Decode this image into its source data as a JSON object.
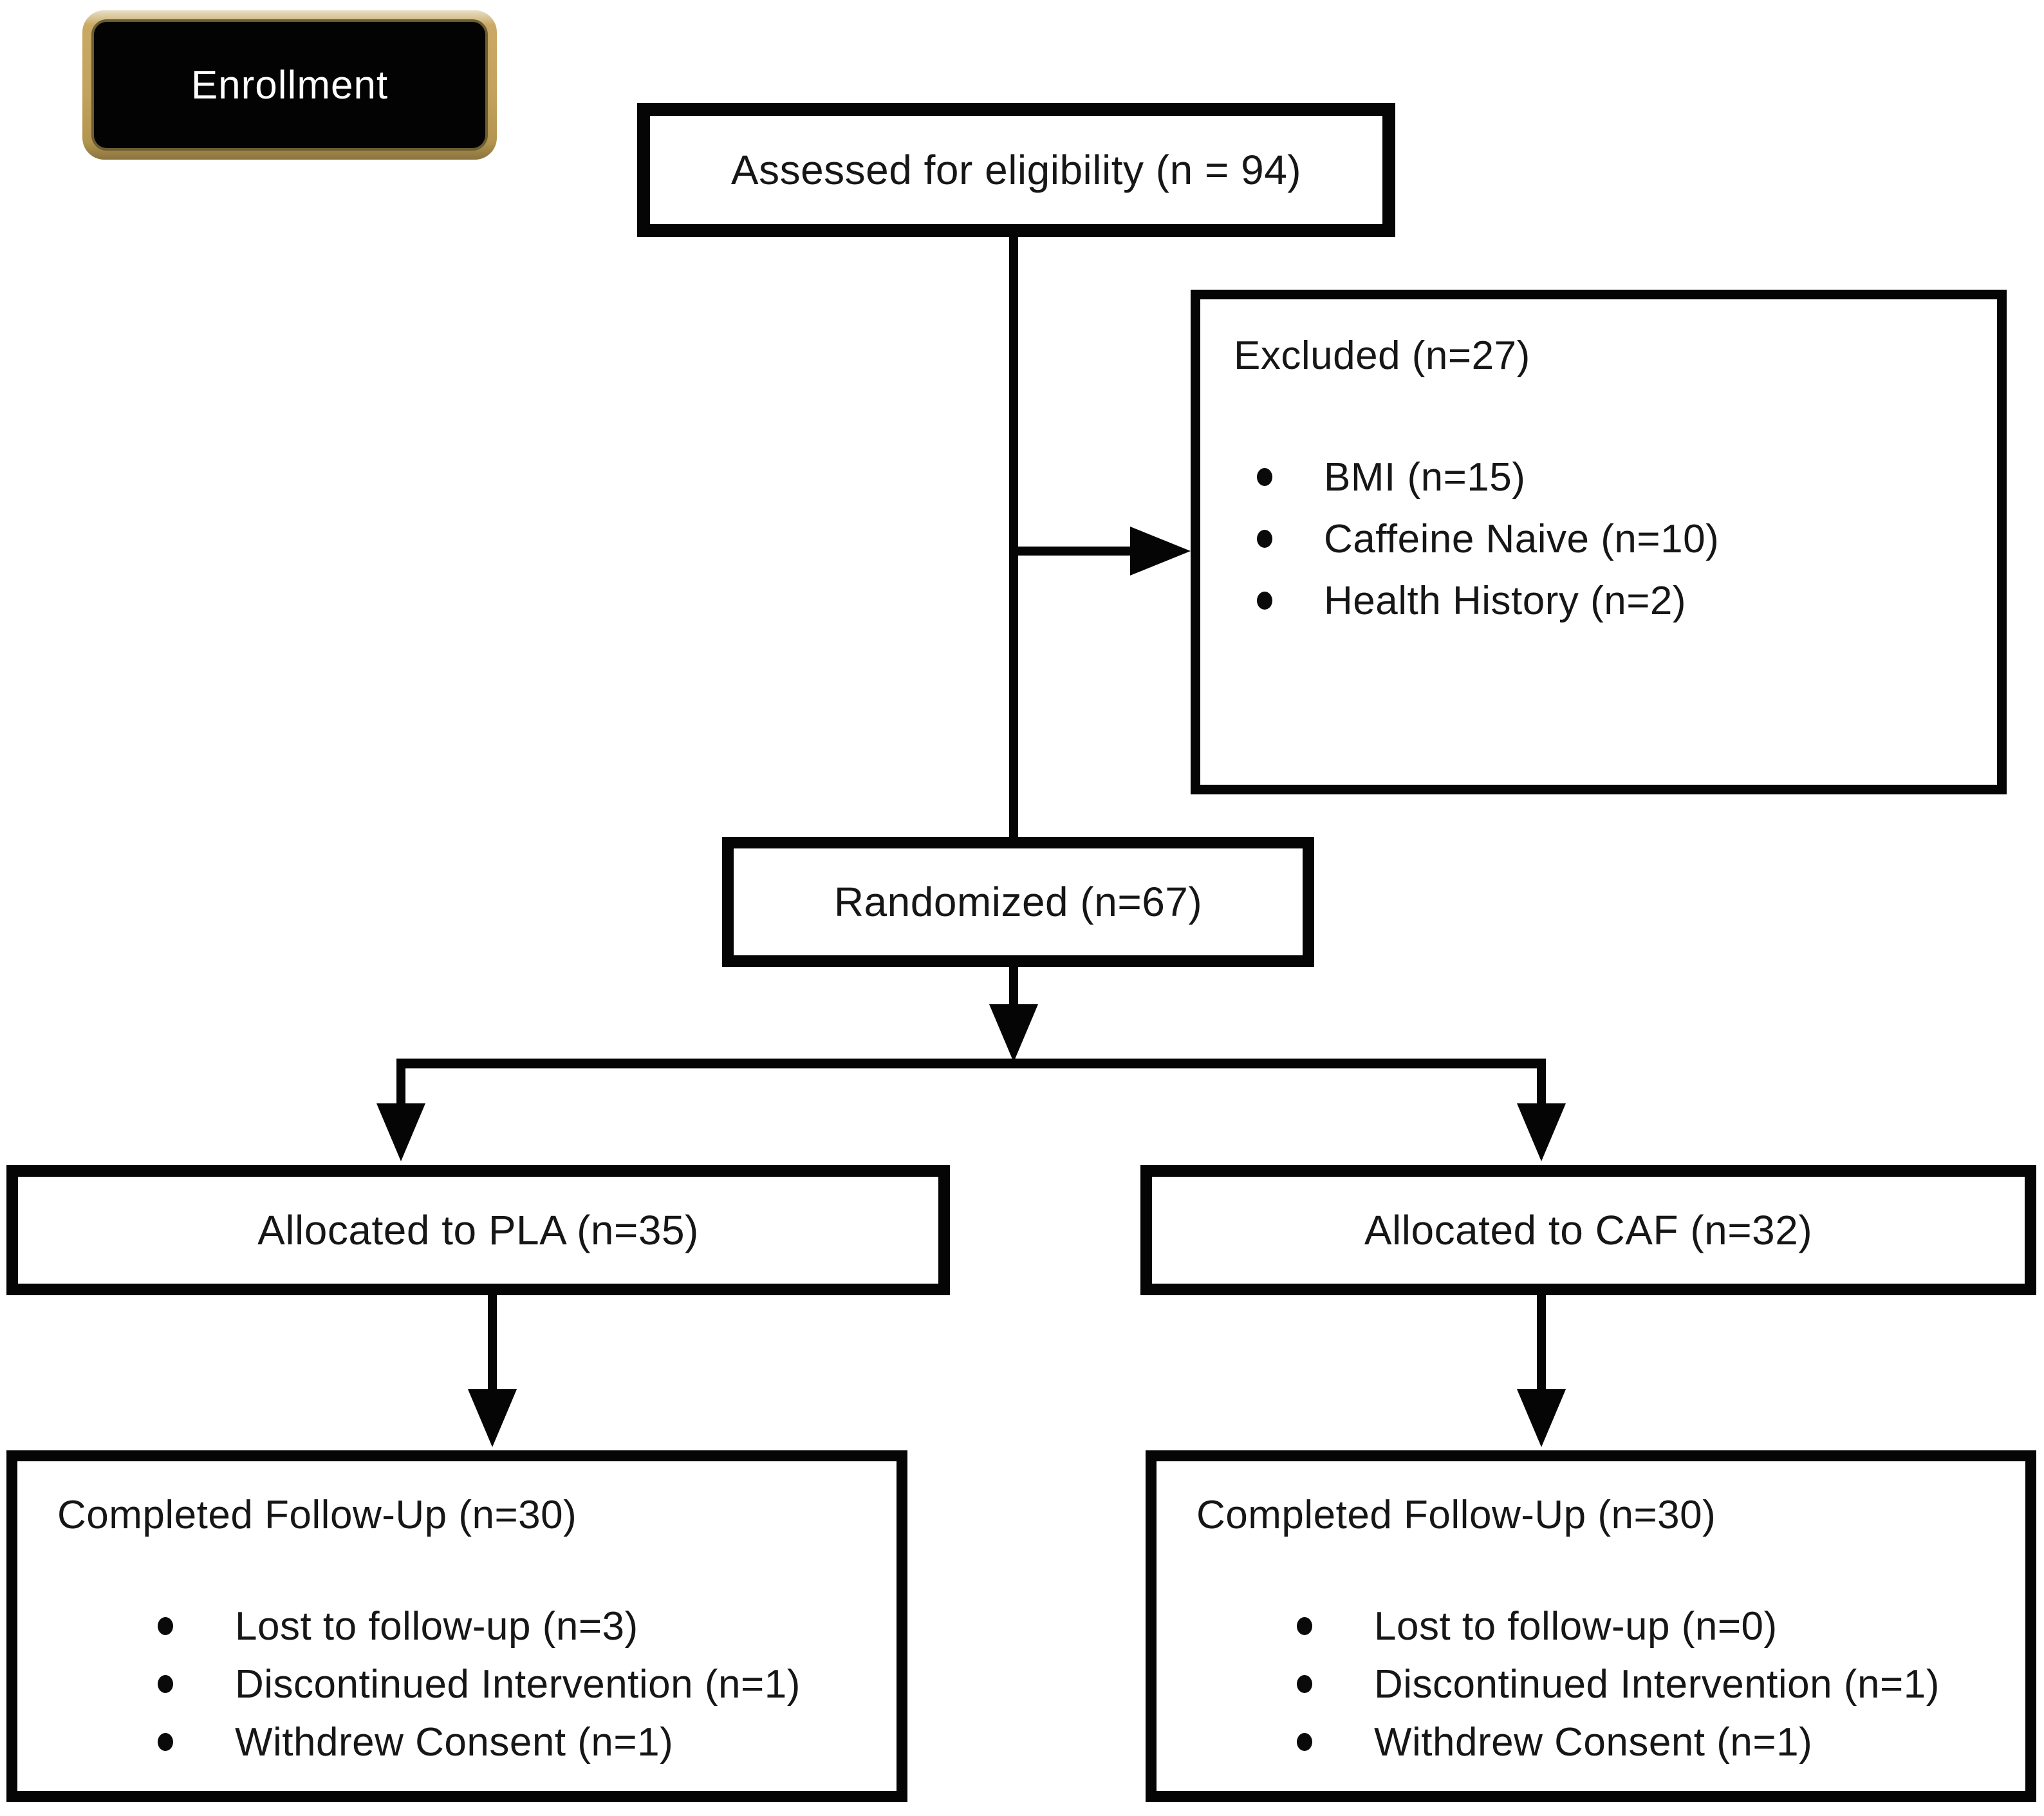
{
  "figure": {
    "enrollment_label": "Enrollment",
    "assessed": {
      "label": "Assessed for eligibility (n = 94)"
    },
    "excluded": {
      "title": "Excluded (n=27)",
      "items": [
        "BMI (n=15)",
        "Caffeine Naive (n=10)",
        "Health History (n=2)"
      ]
    },
    "randomized": {
      "label": "Randomized (n=67)"
    },
    "allocated_pla": {
      "label": "Allocated to PLA (n=35)"
    },
    "allocated_caf": {
      "label": "Allocated to CAF (n=32)"
    },
    "followup_pla": {
      "title": "Completed Follow-Up (n=30)",
      "items": [
        "Lost to follow-up (n=3)",
        "Discontinued Intervention (n=1)",
        "Withdrew Consent (n=1)"
      ]
    },
    "followup_caf": {
      "title": "Completed Follow-Up (n=30)",
      "items": [
        "Lost to follow-up (n=0)",
        "Discontinued Intervention (n=1)",
        "Withdrew Consent (n=1)"
      ]
    },
    "colors": {
      "badge_border": "#c2a25c",
      "badge_fill": "#030303",
      "badge_text": "#ffffff",
      "box_border": "#050505",
      "text": "#161616",
      "background": "#ffffff"
    }
  }
}
